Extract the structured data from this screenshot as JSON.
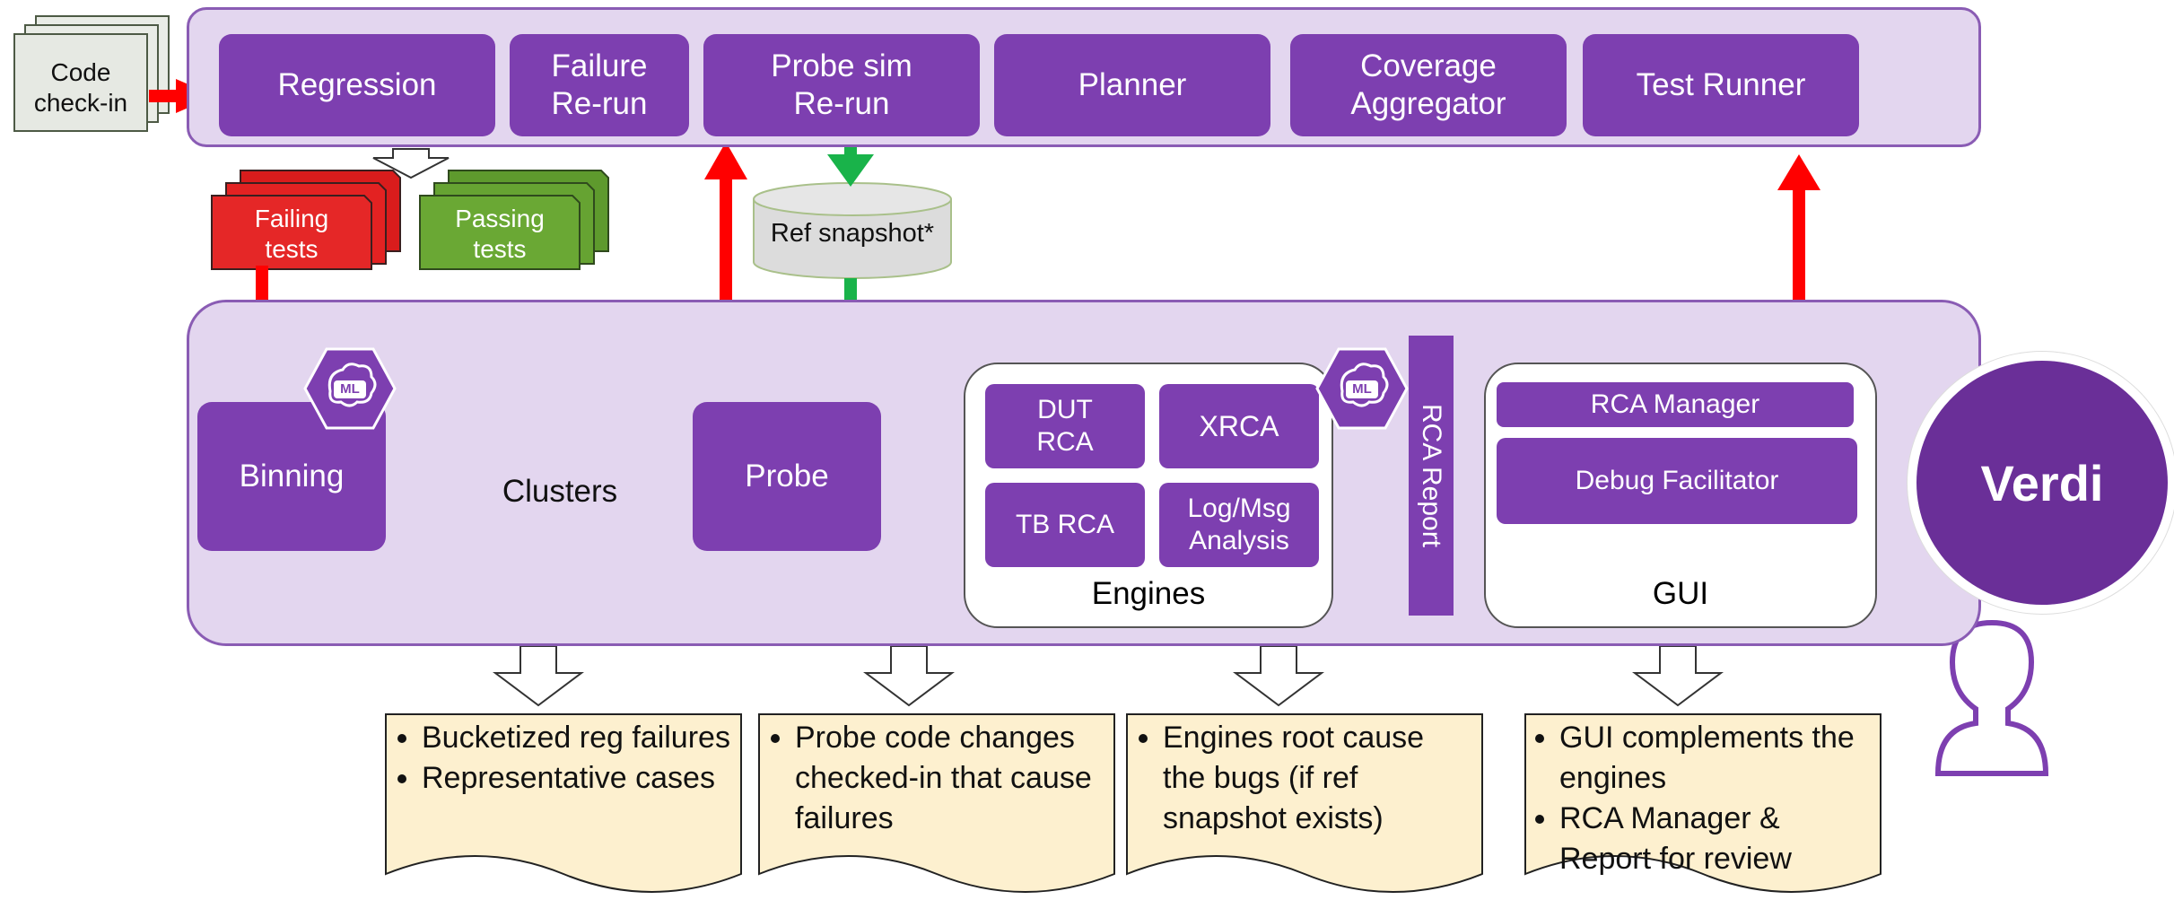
{
  "top_bar": {
    "items": [
      {
        "id": "regression",
        "label": "Regression"
      },
      {
        "id": "failure-rerun",
        "label": "Failure\nRe-run"
      },
      {
        "id": "probe-sim-rerun",
        "label": "Probe sim\nRe-run"
      },
      {
        "id": "planner",
        "label": "Planner"
      },
      {
        "id": "coverage-aggregator",
        "label": "Coverage\nAggregator"
      },
      {
        "id": "test-runner",
        "label": "Test Runner"
      }
    ]
  },
  "code_checkin": {
    "label": "Code\ncheck-in"
  },
  "failing_tests": {
    "label": "Failing\ntests"
  },
  "passing_tests": {
    "label": "Passing\ntests"
  },
  "ref_snapshot": {
    "label": "Ref snapshot*"
  },
  "main": {
    "binning": "Binning",
    "clusters": "Clusters",
    "probe": "Probe",
    "ml_badge": "ML",
    "engines": {
      "caption": "Engines",
      "dut_rca": "DUT\nRCA",
      "xrca": "XRCA",
      "tb_rca": "TB RCA",
      "log_msg": "Log/Msg\nAnalysis"
    },
    "rca_report": "RCA Report",
    "gui": {
      "caption": "GUI",
      "rca_manager": "RCA Manager",
      "debug_facilitator": "Debug Facilitator"
    }
  },
  "verdi": {
    "label": "Verdi"
  },
  "notes": [
    {
      "bullets": [
        "Bucketized reg failures",
        "Representative cases"
      ]
    },
    {
      "bullets": [
        "Probe code changes checked-in that cause failures"
      ]
    },
    {
      "bullets": [
        "Engines root cause the bugs (if ref snapshot exists)"
      ]
    },
    {
      "bullets": [
        "GUI complements the engines",
        "RCA Manager & Report for review"
      ]
    }
  ],
  "colors": {
    "purple": "#7d3fb0",
    "panel": "#e3d6ef",
    "red_arrow": "#ff0000",
    "green_arrow": "#19b34a",
    "gray_arrow": "#5f6b78",
    "note_fill": "#fdf0cf"
  }
}
